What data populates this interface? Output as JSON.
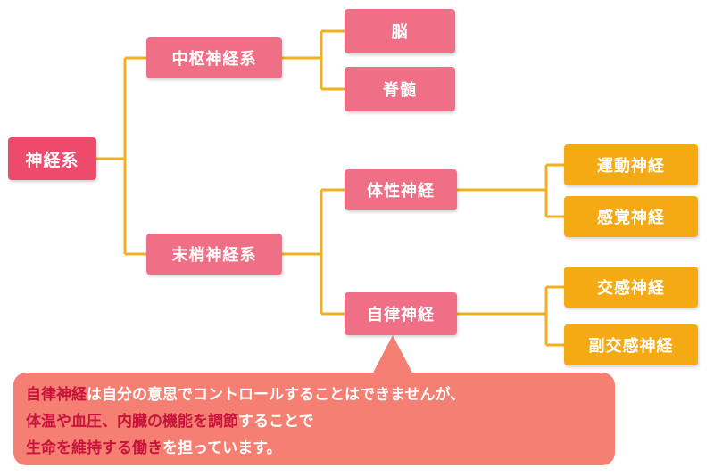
{
  "diagram": {
    "root": "神経系",
    "central": {
      "label": "中枢神経系",
      "children": [
        "脳",
        "脊髄"
      ]
    },
    "peripheral": {
      "label": "末梢神経系",
      "somatic": {
        "label": "体性神経",
        "children": [
          "運動神経",
          "感覚神経"
        ]
      },
      "autonomic": {
        "label": "自律神経",
        "children": [
          "交感神経",
          "副交感神経"
        ]
      }
    }
  },
  "note": {
    "line1_em": "自律神経",
    "line1_rest": "は自分の意思でコントロールすることはできませんが、",
    "line2_a": "体温や血圧、内臓の機能を",
    "line2_em": "調節",
    "line2_b": "することで",
    "line3_em": "生命を維持する働き",
    "line3_rest": "を担っています。"
  },
  "colors": {
    "root": "#ee4a6c",
    "level": "#ef7086",
    "leaf": "#f5aa14",
    "connector": "#f0b020",
    "callout": "#f47f72",
    "emphasis": "#c8143a"
  }
}
